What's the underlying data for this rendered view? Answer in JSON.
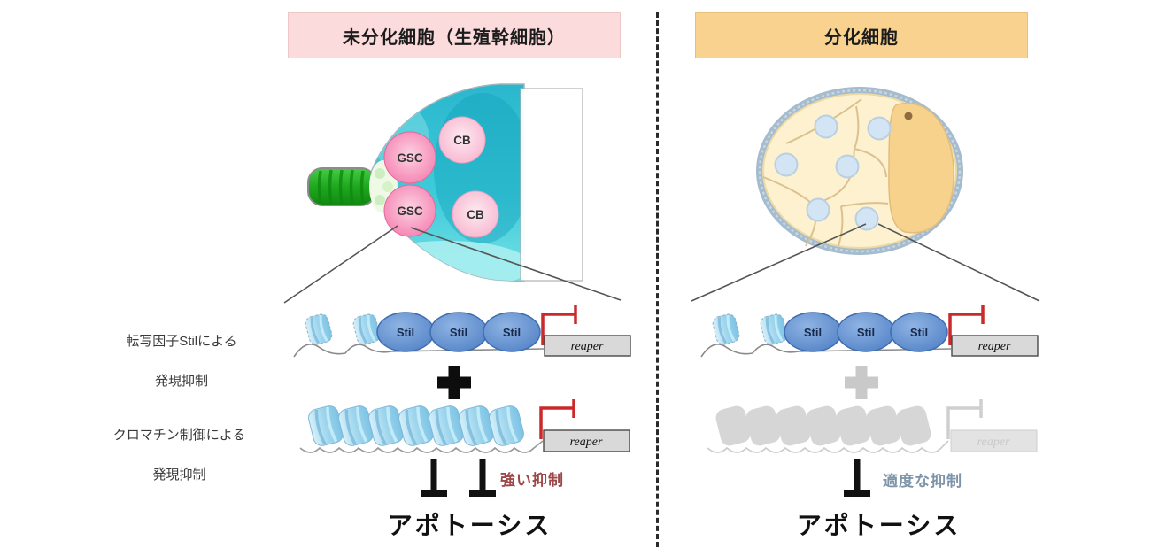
{
  "left": {
    "header": "未分化細胞（生殖幹細胞）",
    "gsc": "GSC",
    "cb": "CB",
    "label_tf_1": "転写因子Stilによる",
    "label_tf_2": "発現抑制",
    "label_chrom_1": "クロマチン制御による",
    "label_chrom_2": "発現抑制",
    "note": "強い抑制",
    "outcome": "アポトーシス"
  },
  "right": {
    "header": "分化細胞",
    "note": "適度な抑制",
    "outcome": "アポトーシス"
  },
  "gene": {
    "stil": "Stil",
    "reaper": "reaper"
  },
  "colors": {
    "left_header_bg": "#fbdbdb",
    "right_header_bg": "#f8d28e",
    "strong_note_text": "#9c4848",
    "moderate_note_text": "#7d94a9",
    "repression_arrow": "#cb2a2a",
    "inactive_gray": "#d6d6d6",
    "germarium_teal": "#35c3d5",
    "stalk_green": "#1fa81f",
    "gsc_pink": "#f170a8",
    "egg_chamber_cream": "#fdf1cf"
  }
}
